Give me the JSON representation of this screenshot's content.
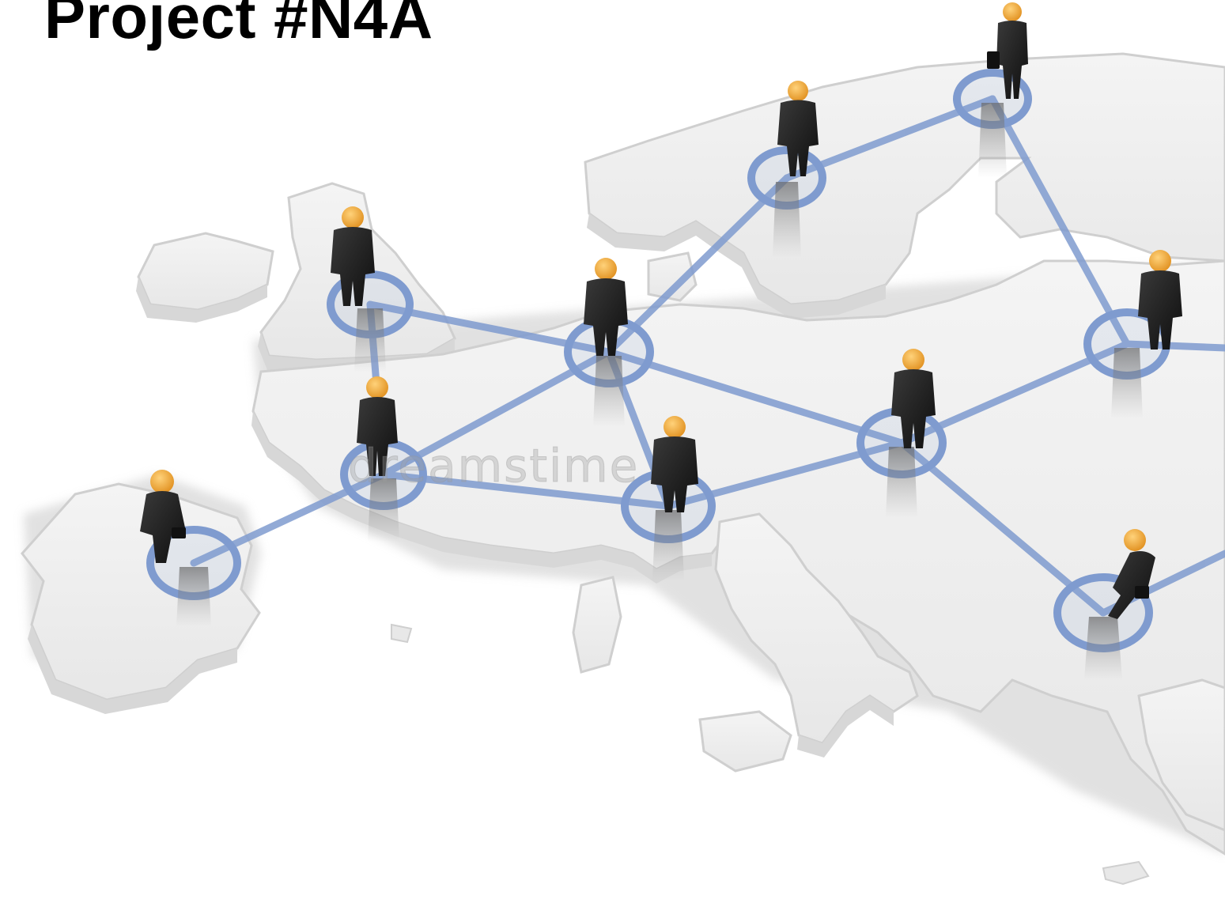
{
  "slide": {
    "title": "Project #N4A"
  },
  "image": {
    "watermark_text": "dreamstime",
    "colors": {
      "background": "#ffffff",
      "map_land": "#eeeeee",
      "map_edge": "#cfcfcf",
      "network_line": "#7f9bcf",
      "node_ring": "#7f9bcf",
      "figure_suit": "#1c1c1c",
      "figure_head": "#f2a93b"
    },
    "icons": [
      "europe-map",
      "businessman-figure",
      "network-node-ring",
      "connection-line"
    ]
  }
}
